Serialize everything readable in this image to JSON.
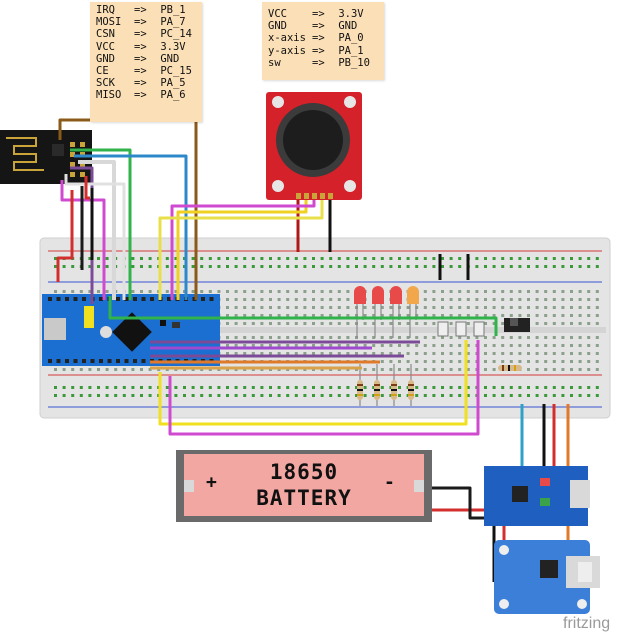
{
  "notes": {
    "radio": {
      "rows": [
        {
          "signal": "IRQ",
          "arrow": "=>",
          "pin": "PB_1"
        },
        {
          "signal": "MOSI",
          "arrow": "=>",
          "pin": "PA_7"
        },
        {
          "signal": "CSN",
          "arrow": "=>",
          "pin": "PC_14"
        },
        {
          "signal": "VCC",
          "arrow": "=>",
          "pin": "3.3V"
        },
        {
          "signal": "GND",
          "arrow": "=>",
          "pin": "GND"
        },
        {
          "signal": "CE",
          "arrow": "=>",
          "pin": "PC_15"
        },
        {
          "signal": "SCK",
          "arrow": "=>",
          "pin": "PA_5"
        },
        {
          "signal": "MISO",
          "arrow": "=>",
          "pin": "PA_6"
        }
      ]
    },
    "joystick": {
      "rows": [
        {
          "signal": "VCC",
          "arrow": "=>",
          "pin": "3.3V"
        },
        {
          "signal": "GND",
          "arrow": "=>",
          "pin": "GND"
        },
        {
          "signal": "x-axis",
          "arrow": "=>",
          "pin": "PA_0"
        },
        {
          "signal": "y-axis",
          "arrow": "=>",
          "pin": "PA_1"
        },
        {
          "signal": "sw",
          "arrow": "=>",
          "pin": "PB_10"
        }
      ]
    }
  },
  "battery": {
    "line1": "18650",
    "line2": "BATTERY",
    "plus": "+",
    "minus": "-"
  },
  "brand": "fritzing",
  "colors": {
    "breadboard": "#e6e6e6",
    "board": "#1a6fd0",
    "joystick_board": "#d5212a",
    "battery": "#f3a7a2",
    "charger": "#1f5fbf",
    "booster": "#3b7fd8",
    "note": "#fbdfb6"
  }
}
